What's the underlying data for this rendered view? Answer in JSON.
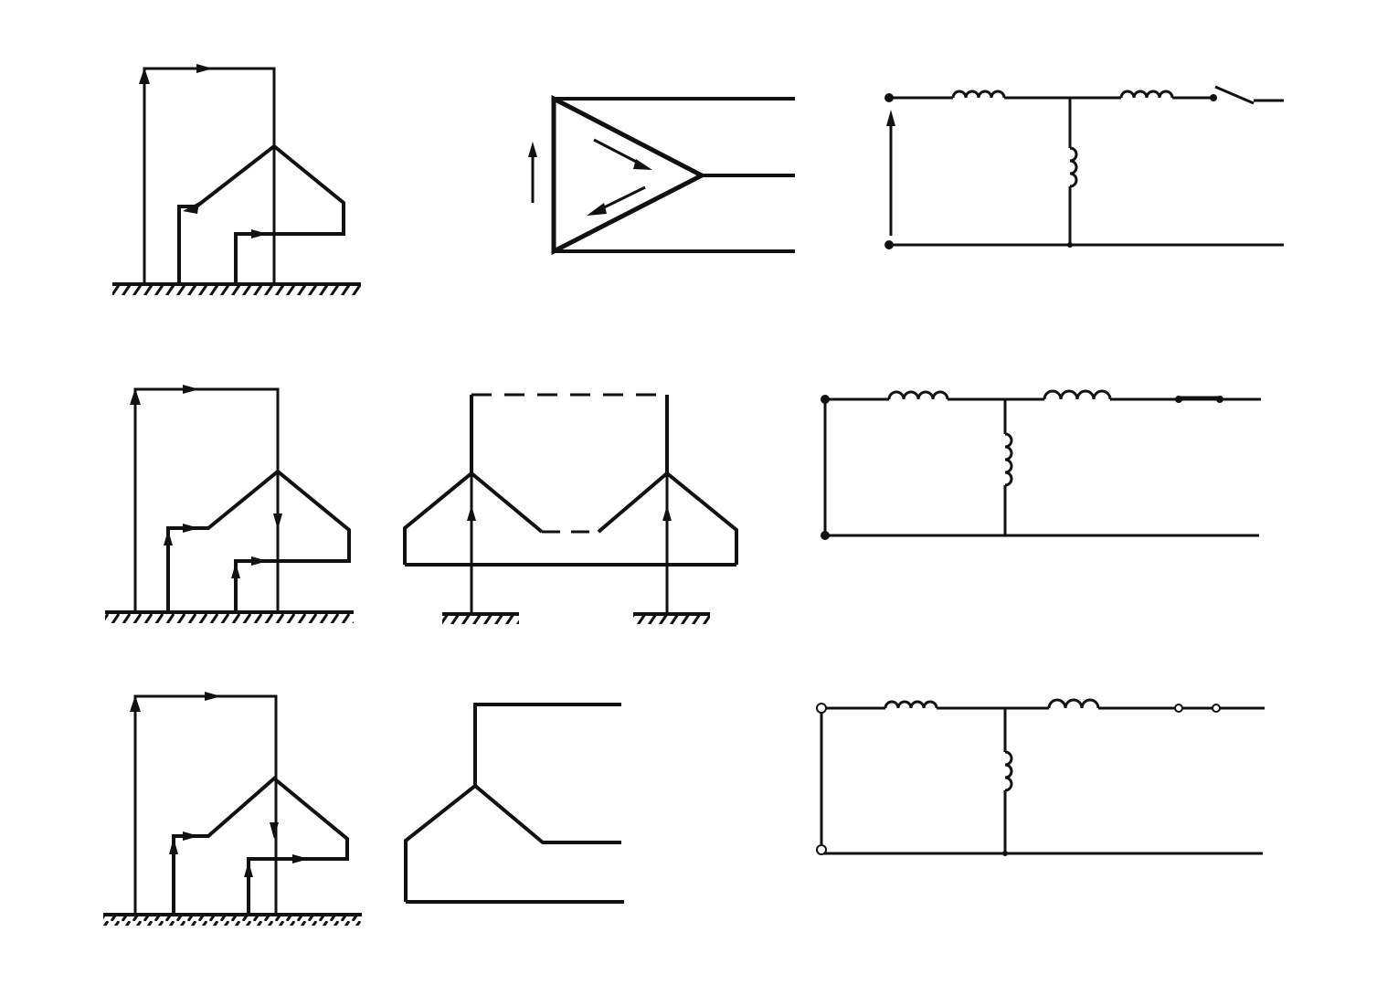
{
  "figure": {
    "description_rows": 3,
    "colors": {
      "line": "#111111",
      "background": "#ffffff"
    },
    "panels": [
      {
        "id": "row1-ground-flow",
        "icon": "grounded-wye-current-loop-icon"
      },
      {
        "id": "row1-delta",
        "icon": "delta-winding-icon"
      },
      {
        "id": "row1-equivalent",
        "icon": "equivalent-circuit-switch-open-icon"
      },
      {
        "id": "row2-ground-flow",
        "icon": "grounded-wye-current-loop-icon"
      },
      {
        "id": "row2-double-wye",
        "icon": "double-grounded-wye-icon"
      },
      {
        "id": "row2-equivalent",
        "icon": "equivalent-circuit-closed-icon"
      },
      {
        "id": "row3-ground-flow",
        "icon": "grounded-wye-current-loop-icon"
      },
      {
        "id": "row3-wye",
        "icon": "ungrounded-wye-icon"
      },
      {
        "id": "row3-equivalent",
        "icon": "equivalent-circuit-short-icon"
      }
    ]
  }
}
